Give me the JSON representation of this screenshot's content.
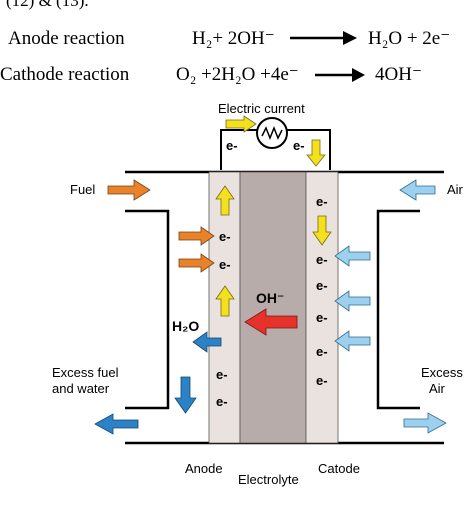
{
  "header": {
    "fragment": "(12) & (13).",
    "anode": {
      "label": "Anode reaction",
      "equation": "H₂+ 2OH⁻",
      "product": "H₂O + 2e⁻"
    },
    "cathode": {
      "label": "Cathode reaction",
      "equation": "O₂ +2H₂O +4e⁻",
      "product": "4OH⁻"
    }
  },
  "diagram": {
    "circuit_label": "Electric current",
    "labels": {
      "fuel": "Fuel",
      "air": "Air",
      "excess_fuel": "Excess fuel",
      "and_water": "and water",
      "excess_air_1": "Excess",
      "excess_air_2": "Air",
      "water": "H₂O",
      "hydroxide": "OH⁻",
      "anode": "Anode",
      "electrolyte": "Electrolyte",
      "cathode": "Catode",
      "electron": "e-"
    },
    "colors": {
      "electrode": "#e9e2df",
      "electrolyte": "#b7acaa",
      "fuel_arrow": "#e8832b",
      "electron_arrow": "#f2e11c",
      "hydroxide_arrow": "#e5332c",
      "water_arrow": "#2b82c7",
      "air_arrow": "#9dd0ee",
      "wire": "#000000"
    }
  }
}
